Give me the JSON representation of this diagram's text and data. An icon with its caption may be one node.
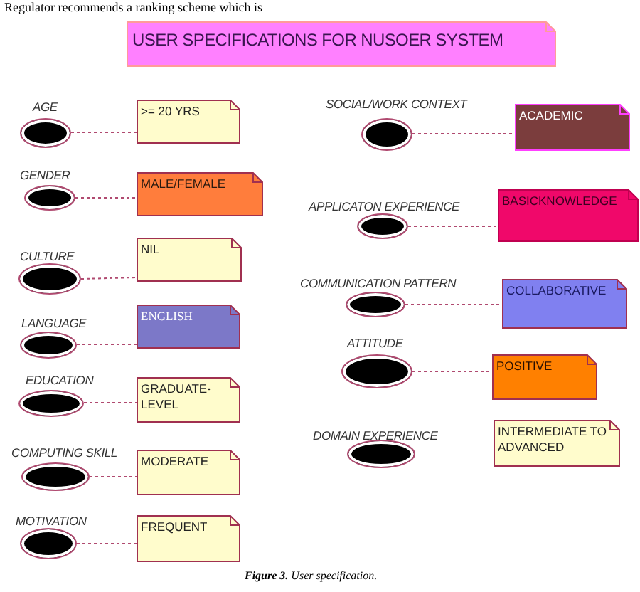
{
  "diagram": {
    "caption": "**Figure 3.** User specification.",
    "nodes": [
      {
        "text": [
          "USER SPECIFICATIONS FOR NUSOER SYSTEM"
        ]
      },
      {
        "text": [
          "AGE"
        ]
      },
      {
        "text": [
          ">= 20 YRS"
        ]
      },
      {
        "text": [
          "GENDER"
        ]
      },
      {
        "text": [
          "MALE/FEMALE"
        ]
      },
      {
        "text": [
          "CULTURE"
        ]
      },
      {
        "text": [
          "NIL"
        ]
      },
      {
        "text": [
          "LANGUAGE"
        ]
      },
      {
        "text": [
          "ENGLISH"
        ]
      },
      {
        "text": [
          "EDUCATION"
        ]
      },
      {
        "text": [
          "GRADUATE-LEVEL"
        ]
      },
      {
        "text": [
          "COMPUTING SKILL"
        ]
      },
      {
        "text": [
          "MODERATE"
        ]
      },
      {
        "text": [
          "MOTIVATION"
        ]
      },
      {
        "text": [
          "FREQUENT"
        ]
      },
      {
        "text": [
          "SOCIAL/WORK CONTEXT"
        ]
      },
      {
        "text": [
          "ACADEMIC"
        ]
      },
      {
        "text": [
          "APPLICATON EXPERIENCE"
        ]
      },
      {
        "text": [
          "BASICKNOWLEDGE"
        ]
      },
      {
        "text": [
          "COMMUNICATION PATTERN"
        ]
      },
      {
        "text": [
          "COLLABORATIVE"
        ]
      },
      {
        "text": [
          "ATTITUDE"
        ]
      },
      {
        "text": [
          "POSITIVE"
        ]
      },
      {
        "text": [
          "DOMAIN EXPERIENCE"
        ]
      },
      {
        "text": [
          "INTERMEDIATE TO ADVANCED"
        ]
      }
    ],
    "edges": [
      {
        "from": 1,
        "to": 2,
        "arrow": "none"
      },
      {
        "from": 3,
        "to": 4,
        "arrow": "none"
      },
      {
        "from": 5,
        "to": 6,
        "arrow": "none"
      },
      {
        "from": 7,
        "to": 8,
        "arrow": "none"
      },
      {
        "from": 9,
        "to": 10,
        "arrow": "none"
      },
      {
        "from": 11,
        "to": 12,
        "arrow": "none"
      },
      {
        "from": 13,
        "to": 14,
        "arrow": "none"
      },
      {
        "from": 15,
        "to": 16,
        "arrow": "none"
      },
      {
        "from": 17,
        "to": 18,
        "arrow": "none"
      },
      {
        "from": 19,
        "to": 20,
        "arrow": "none"
      },
      {
        "from": 21,
        "to": 22,
        "arrow": "none"
      }
    ],
    "labels": [
      "Regulator recommends a ranking scheme which is"
    ]
  }
}
